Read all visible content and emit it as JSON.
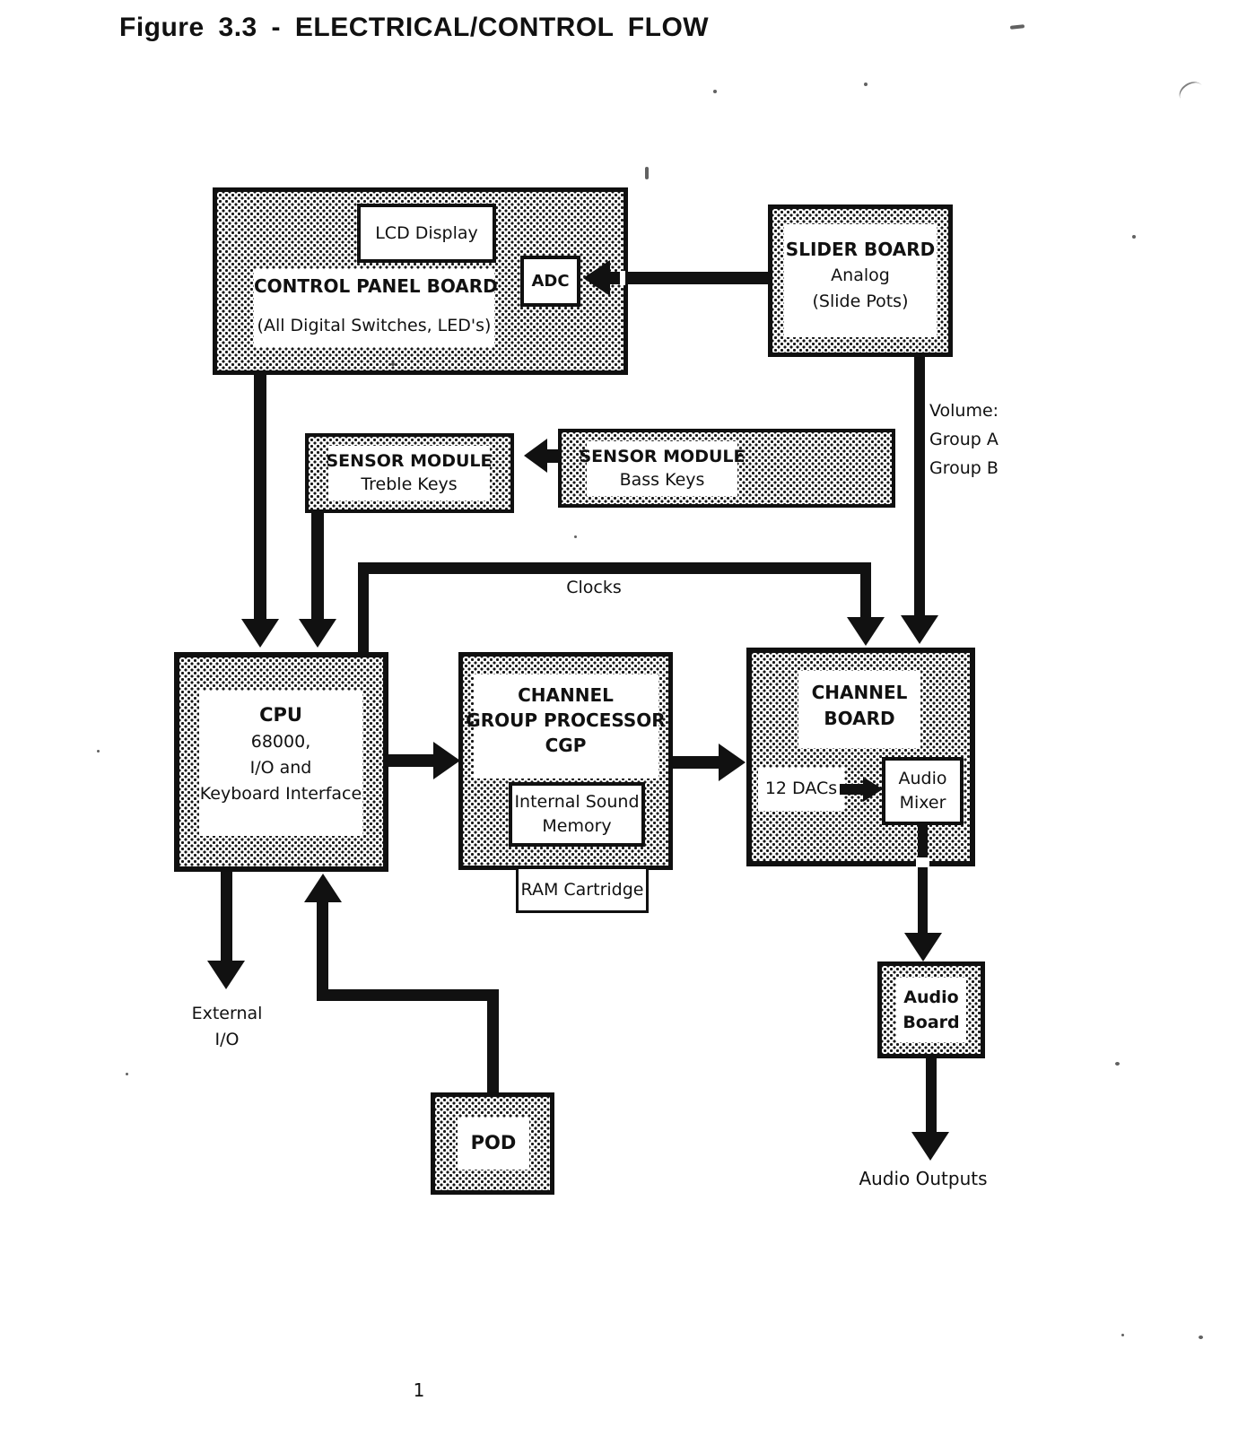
{
  "figure": {
    "title": "Figure 3.3 - ELECTRICAL/CONTROL FLOW",
    "page_number": "1"
  },
  "control_panel_board": {
    "title": "CONTROL PANEL BOARD",
    "subtitle": "(All Digital Switches, LED's)",
    "lcd_display": "LCD Display",
    "adc": "ADC"
  },
  "slider_board": {
    "title": "SLIDER BOARD",
    "line2": "Analog",
    "line3": "(Slide Pots)"
  },
  "sensor_module_treble": {
    "title": "SENSOR MODULE",
    "subtitle": "Treble Keys"
  },
  "sensor_module_bass": {
    "title": "SENSOR MODULE",
    "subtitle": "Bass Keys"
  },
  "labels": {
    "clocks": "Clocks",
    "volume_line1": "Volume:",
    "volume_line2": "Group A",
    "volume_line3": "Group B",
    "external_line1": "External",
    "external_line2": "I/O",
    "audio_outputs": "Audio Outputs"
  },
  "cpu": {
    "line1": "CPU",
    "line2": "68000,",
    "line3": "I/O and",
    "line4": "Keyboard Interface"
  },
  "cgp": {
    "line1": "CHANNEL",
    "line2": "GROUP PROCESSOR",
    "line3": "CGP",
    "memory_line1": "Internal Sound",
    "memory_line2": "Memory"
  },
  "ram_cartridge": {
    "label": "RAM Cartridge"
  },
  "channel_board": {
    "line1": "CHANNEL",
    "line2": "BOARD",
    "dacs": "12 DACs",
    "mixer_line1": "Audio",
    "mixer_line2": "Mixer"
  },
  "audio_board": {
    "line1": "Audio",
    "line2": "Board"
  },
  "pod": {
    "label": "POD"
  },
  "colors": {
    "ink": "#111111",
    "paper": "#ffffff"
  }
}
